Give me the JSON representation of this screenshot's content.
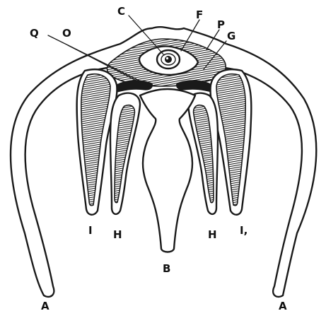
{
  "labels": {
    "C": "C",
    "F": "F",
    "P": "P",
    "G": "G",
    "Q": "Q",
    "O": "O",
    "I_left": "I",
    "I_right": "I,",
    "H_left": "H",
    "H_right": "H",
    "B": "B",
    "A_left": "A",
    "A_right": "A"
  },
  "colors": {
    "ink": "#1a1a1a",
    "paper": "#ffffff"
  }
}
